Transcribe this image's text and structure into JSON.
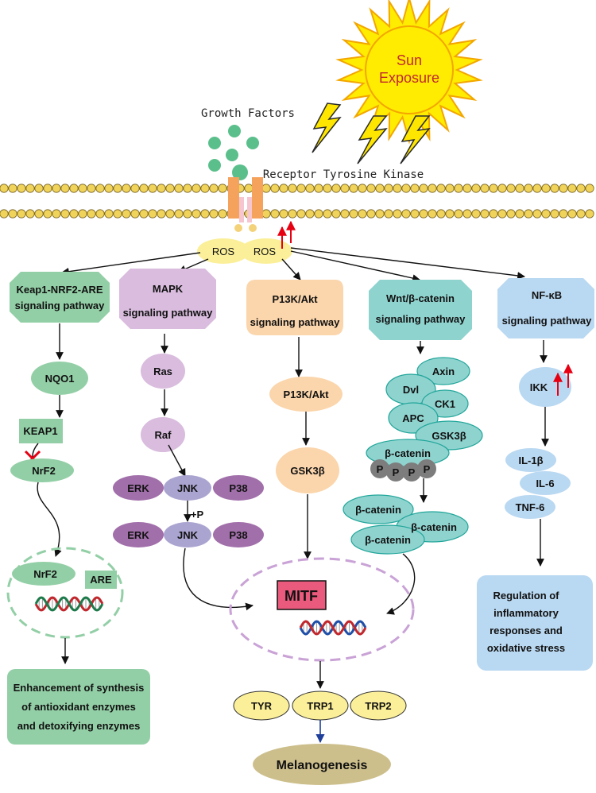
{
  "sun": {
    "line1": "Sun",
    "line2": "Exposure"
  },
  "growth_factors": "Growth Factors",
  "receptor": "Receptor Tyrosine Kinase",
  "ros": [
    "ROS",
    "ROS"
  ],
  "pathways": {
    "keap1": {
      "line1": "Keap1-NRF2-ARE",
      "line2": "signaling pathway"
    },
    "mapk": {
      "line1": "MAPK",
      "line2": "signaling pathway"
    },
    "pi3k": {
      "line1": "P13K/Akt",
      "line2": "signaling pathway"
    },
    "wnt": {
      "line1": "Wnt/β-catenin",
      "line2": "signaling pathway"
    },
    "nfkb": {
      "line1": "NF-κB",
      "line2": "signaling pathway"
    }
  },
  "keap1_branch": {
    "nqo1": "NQO1",
    "keap1": "KEAP1",
    "nrf2": "NrF2",
    "nucleus_nrf2": "NrF2",
    "are": "ARE",
    "outcome": [
      "Enhancement of synthesis",
      "of antioxidant enzymes",
      "and detoxifying enzymes"
    ]
  },
  "mapk_branch": {
    "ras": "Ras",
    "raf": "Raf",
    "row1": [
      "ERK",
      "JNK",
      "P38"
    ],
    "phospho": "+P",
    "row2": [
      "ERK",
      "JNK",
      "P38"
    ]
  },
  "pi3k_branch": {
    "pi3k_akt": "P13K/Akt",
    "gsk3b": "GSK3β"
  },
  "wnt_branch": {
    "axin": "Axin",
    "dvl": "Dvl",
    "ck1": "CK1",
    "apc": "APC",
    "gsk3b": "GSK3β",
    "beta_catenin": "β-catenin",
    "p_labels": [
      "P",
      "P",
      "P",
      "P"
    ],
    "released": [
      "β-catenin",
      "β-catenin",
      "β-catenin"
    ]
  },
  "nfkb_branch": {
    "ikk": "IKK",
    "il1b": "IL-1β",
    "il6": "IL-6",
    "tnf": "TNF-6",
    "outcome": [
      "Regulation of",
      "inflammatory",
      "responses and",
      "oxidative stress"
    ]
  },
  "nucleus": {
    "mitf": "MITF"
  },
  "enzymes": [
    "TYR",
    "TRP1",
    "TRP2"
  ],
  "melanogenesis": "Melanogenesis",
  "colors": {
    "green": "#93cfa6",
    "purple": "#d9bcde",
    "peach": "#fbd5ab",
    "teal": "#8fd3cf",
    "blue": "#b9d8f1",
    "dark_purple": "#a16faa",
    "grey_purple": "#aaa4d0",
    "yellow": "#fbef99",
    "mitf": "#ea5a7c",
    "sun": "#ffec00",
    "lightning": "#ffe600",
    "up_arrow": "#e60012"
  }
}
